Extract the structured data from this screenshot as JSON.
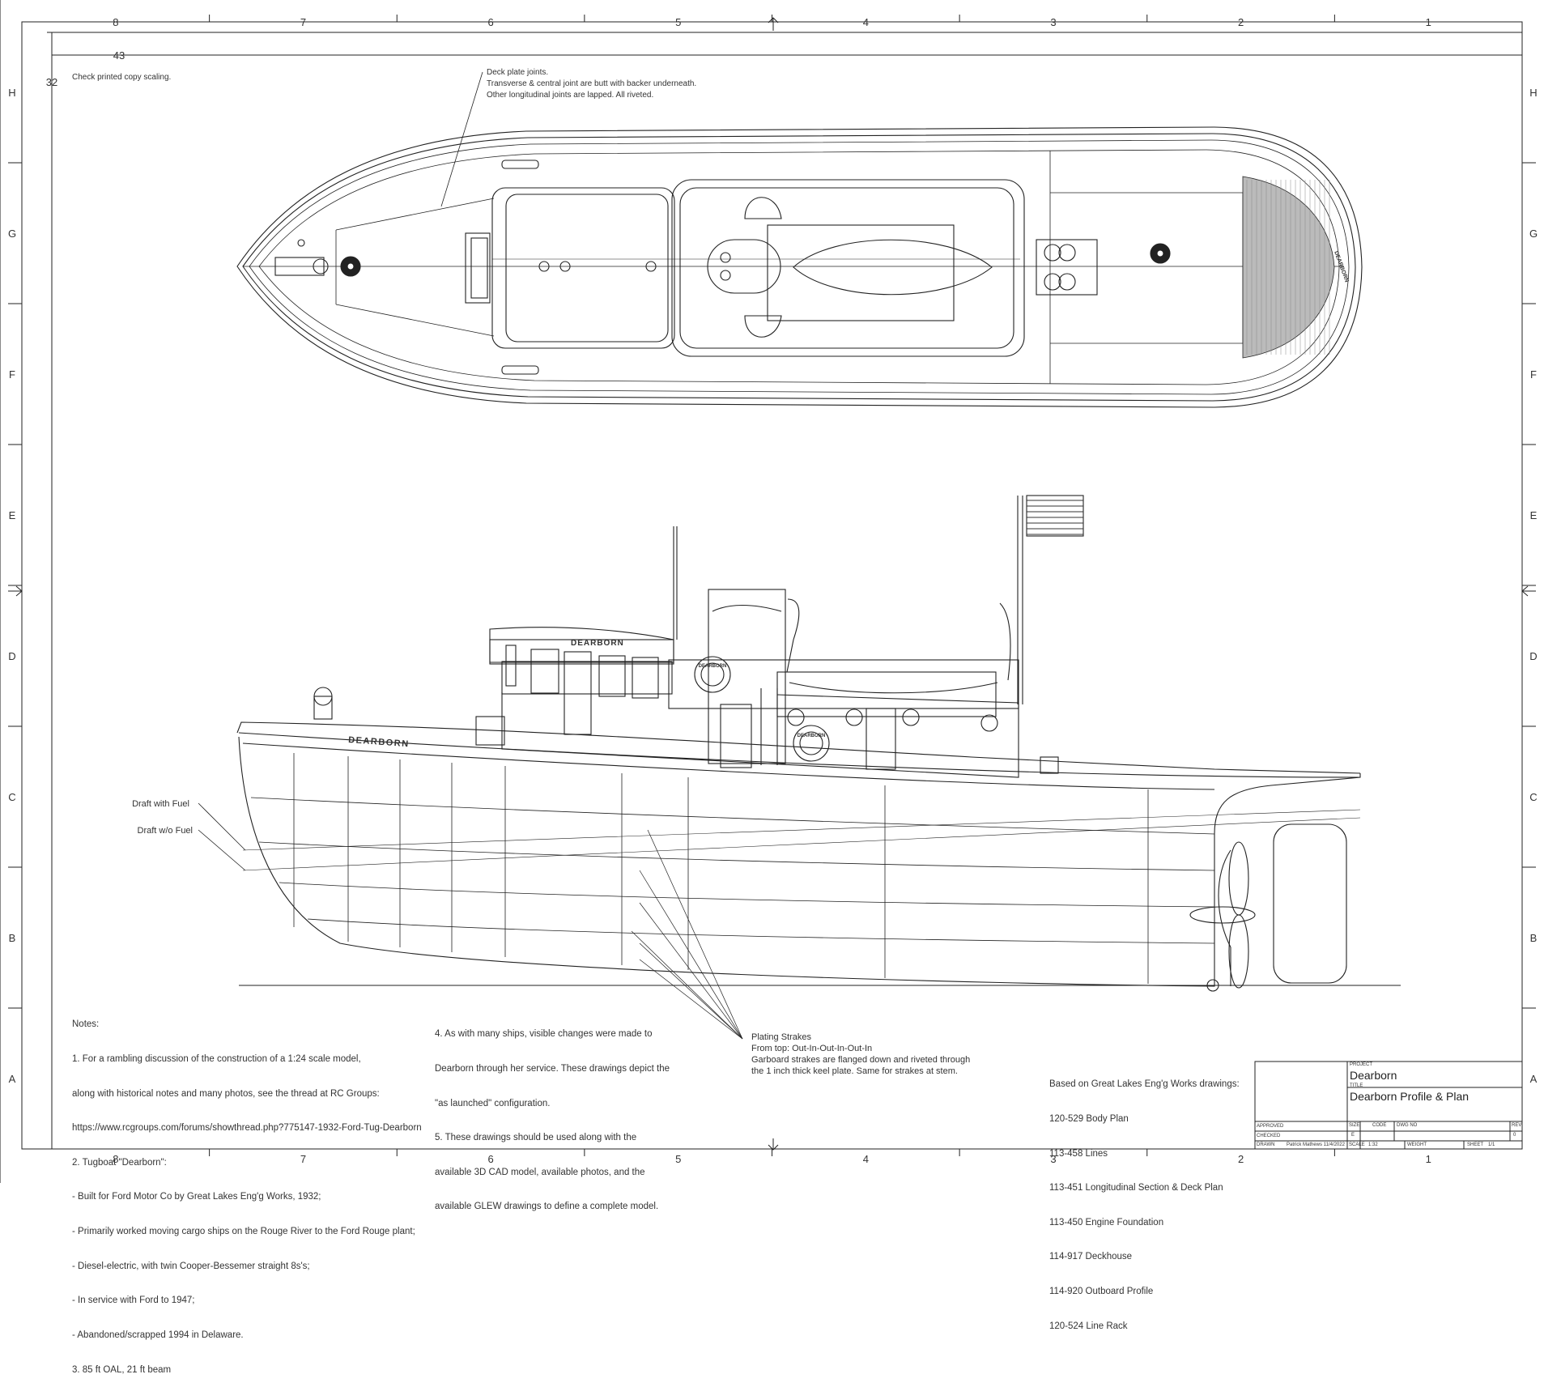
{
  "frame": {
    "col_labels": [
      "8",
      "7",
      "6",
      "5",
      "4",
      "3",
      "2",
      "1"
    ],
    "row_labels": [
      "H",
      "G",
      "F",
      "E",
      "D",
      "C",
      "B",
      "A"
    ]
  },
  "header": {
    "sheet_width_dim": "43",
    "sheet_height_dim": "32",
    "scaling_note": "Check printed copy scaling."
  },
  "plan_view": {
    "callout_lines": [
      "Deck plate joints.",
      "Transverse & central joint are butt with backer underneath.",
      "Other longitudinal joints are lapped. All riveted."
    ],
    "hull_name_stern": "DEARBORN"
  },
  "profile_view": {
    "hull_name": "DEARBORN",
    "wheelhouse_name": "DEARBORN",
    "ring_label_top": "DEARBORN",
    "ring_label_bottom": "DEARBORN",
    "draft_with_fuel": "Draft with Fuel",
    "draft_without_fuel": "Draft w/o Fuel",
    "plating_callout": [
      "Plating Strakes",
      "From top: Out-In-Out-In-Out-In",
      "Garboard strakes are flanged down and riveted through",
      "the 1 inch thick keel plate. Same for strakes at stem."
    ]
  },
  "notes": {
    "col1": [
      "Notes:",
      "1. For a rambling discussion of the construction of a 1:24 scale model,",
      "along with historical notes and many photos, see the thread at RC Groups:",
      "https://www.rcgroups.com/forums/showthread.php?775147-1932-Ford-Tug-Dearborn",
      "2. Tugboat \"Dearborn\":",
      "- Built for Ford Motor Co by Great Lakes Eng'g Works, 1932;",
      "- Primarily worked moving cargo ships on the Rouge River to the Ford Rouge plant;",
      "- Diesel-electric, with twin Cooper-Bessemer straight 8s's;",
      "- In service with Ford to 1947;",
      "- Abandoned/scrapped 1994 in Delaware.",
      "3. 85 ft OAL, 21 ft beam"
    ],
    "col2": [
      "4. As with many ships, visible changes were made to",
      "Dearborn through her service. These drawings depict the",
      "\"as launched\" configuration.",
      "5. These drawings should be used along with the",
      "available 3D CAD model, available photos, and the",
      "available GLEW drawings to define a complete model."
    ],
    "references": [
      "Based on Great Lakes Eng'g Works drawings:",
      "120-529 Body Plan",
      "113-458 Lines",
      "113-451 Longitudinal Section & Deck Plan",
      "113-450 Engine Foundation",
      "114-917 Deckhouse",
      "114-920 Outboard Profile",
      "120-524 Line Rack"
    ]
  },
  "title_block": {
    "project_label": "PROJECT",
    "project": "Dearborn",
    "title_label": "TITLE",
    "title": "Dearborn Profile & Plan",
    "approved_label": "APPROVED",
    "checked_label": "CHECKED",
    "drawn_label": "DRAWN",
    "drawn_by": "Patrick Mathews 11/4/2022",
    "size_label": "SIZE",
    "size": "E",
    "code_label": "CODE",
    "dwg_label": "DWG NO",
    "rev_label": "REV",
    "rev": "0",
    "scale_label": "SCALE",
    "scale": "1:32",
    "weight_label": "WEIGHT",
    "sheet_label": "SHEET",
    "sheet": "1/1"
  }
}
